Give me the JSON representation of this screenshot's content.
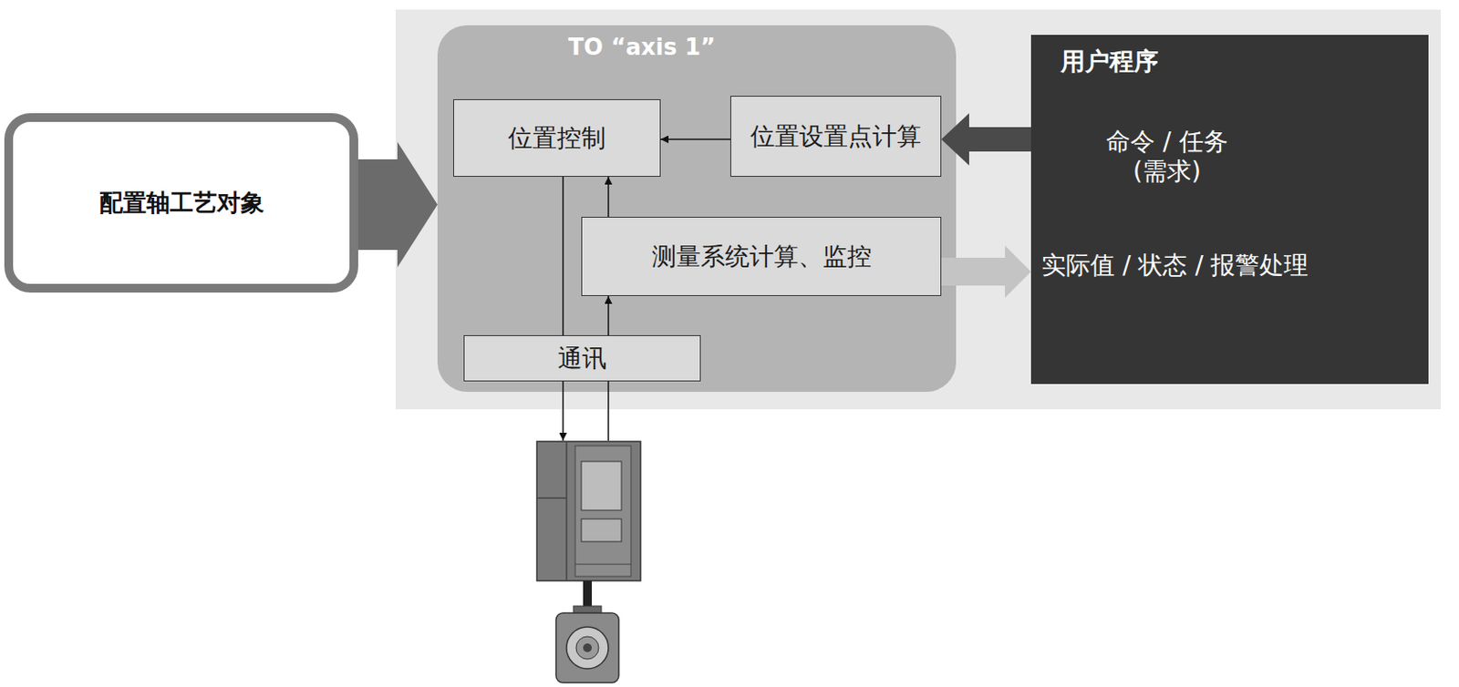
{
  "diagram": {
    "nodes": [
      {
        "text": [
          "配置轴工艺对象"
        ]
      },
      {
        "text": [
          "TO “axis 1”"
        ]
      },
      {
        "text": [
          "位置控制"
        ],
        "in": 1
      },
      {
        "text": [
          "位置设置点计算"
        ],
        "in": 1
      },
      {
        "text": [
          "测量系统计算、监控"
        ],
        "in": 1
      },
      {
        "text": [
          "通讯"
        ],
        "in": 1
      },
      {
        "text": [
          "用户程序",
          "命令 / 任务 (需求)",
          "实际值 / 状态 / 报警处理"
        ]
      }
    ],
    "edges": [
      {
        "from": 0,
        "to": 1,
        "arrow": "to"
      },
      {
        "from": 6,
        "to": 3,
        "arrow": "to"
      },
      {
        "from": 3,
        "to": 2,
        "arrow": "to"
      },
      {
        "from": 4,
        "to": 2,
        "arrow": "to"
      },
      {
        "from": 2,
        "to": 5,
        "arrow": "none"
      },
      {
        "from": 5,
        "to": 4,
        "arrow": "to"
      },
      {
        "from": 4,
        "to": 6,
        "arrow": "to"
      }
    ]
  }
}
